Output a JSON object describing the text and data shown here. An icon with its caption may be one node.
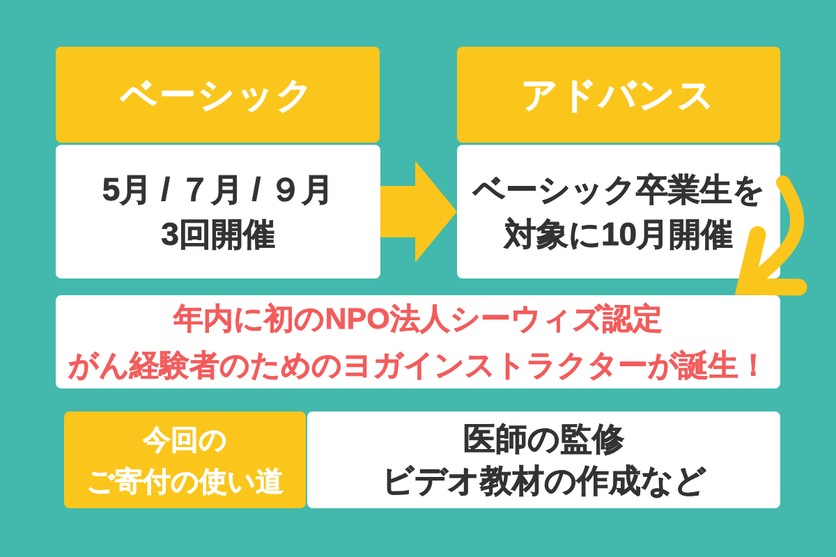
{
  "diagram": {
    "nodes": [
      {
        "text": [
          "ベーシック"
        ]
      },
      {
        "text": [
          "5月 / ７月 / ９月3回開催"
        ]
      },
      {
        "text": [
          "アドバンス"
        ]
      },
      {
        "text": [
          "ベーシック卒業生を対象に10月開催"
        ]
      },
      {
        "text": [
          "年内に初のNPO法人シーウィズ認定がん経験者のためのヨガインストラクターが誕生！"
        ]
      },
      {
        "text": [
          "今回のご寄付の使い道"
        ]
      },
      {
        "text": [
          "医師の監修ビデオ教材の作成など"
        ]
      }
    ],
    "edges": [
      {
        "from": 1,
        "to": 3,
        "arrow": "to",
        "style": "thick"
      },
      {
        "from": 3,
        "to": 4,
        "arrow": "to"
      }
    ]
  }
}
